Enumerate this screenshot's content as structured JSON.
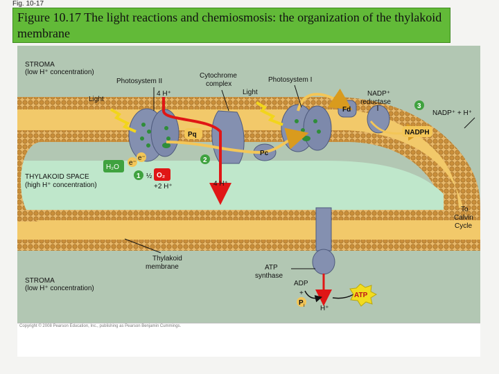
{
  "corner_label": "Fig. 10-17",
  "title": "Figure 10.17 The light reactions and chemiosmosis: the organization of the thylakoid membrane",
  "labels": {
    "stroma_top_1": "STROMA",
    "stroma_top_2": "(low H⁺ concentration)",
    "photosystem_ii": "Photosystem II",
    "cytochrome_1": "Cytochrome",
    "cytochrome_2": "complex",
    "photosystem_i": "Photosystem I",
    "light_left": "Light",
    "light_right": "Light",
    "four_h_top": "4 H⁺",
    "nadp_reductase_1": "NADP⁺",
    "nadp_reductase_2": "reductase",
    "fd": "Fd",
    "step3": "3",
    "nadp_plus_h": "NADP⁺ + H⁺",
    "nadph": "NADPH",
    "pq": "Pq",
    "step2": "2",
    "pc": "Pc",
    "e1": "e⁻",
    "e2": "e⁻",
    "h2o": "H₂O",
    "step1": "1",
    "half": "½",
    "o2": "O₂",
    "two_h": "+2 H⁺",
    "four_h_lumen": "4 H⁺",
    "thylakoid_space_1": "THYLAKOID SPACE",
    "thylakoid_space_2": "(high H⁺ concentration)",
    "to_calvin_1": "To",
    "to_calvin_2": "Calvin",
    "to_calvin_3": "Cycle",
    "thylakoid_membrane_1": "Thylakoid",
    "thylakoid_membrane_2": "membrane",
    "atp_synthase_1": "ATP",
    "atp_synthase_2": "synthase",
    "stroma_bottom_1": "STROMA",
    "stroma_bottom_2": "(low H⁺ concentration)",
    "adp": "ADP",
    "plus": "+",
    "pi": "P",
    "pi_sub": "i",
    "atp": "ATP",
    "h_plus_bottom": "H⁺"
  },
  "copyright": "Copyright © 2008 Pearson Education, Inc., publishing as Pearson Benjamin Cummings.",
  "colors": {
    "title_bg": "#62ba38",
    "membrane_head": "#c9903a",
    "membrane_core": "#f2c96a",
    "stroma": "#b2c7b3",
    "lumen": "#bfe7cb",
    "complex": "#8490b0",
    "proton_arrow": "#e01616",
    "electron_path": "#f3c658",
    "atp_burst": "#f2dc1e"
  }
}
